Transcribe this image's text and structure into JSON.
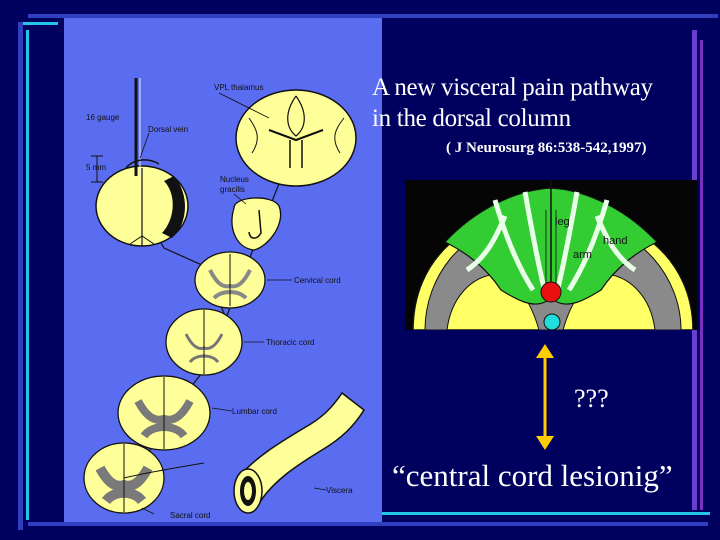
{
  "slide": {
    "title_line1": "A new visceral pain pathway",
    "title_line2": "in the dorsal column",
    "citation": "(  J Neurosurg 86:538-542,1997)",
    "question": "???",
    "bottom_text": "“central cord lesionig”"
  },
  "diagram_labels": {
    "gauge": "16 gauge",
    "vpl": "VPL thalamus",
    "dorsal_vein": "Dorsal vein",
    "scale": "5 mm",
    "nucleus": "Nucleus",
    "gracilis": "gracilis",
    "cervical": "Cervical cord",
    "thoracic": "Thoracic cord",
    "lumbar": "Lumbar cord",
    "sacral": "Sacral cord",
    "viscera": "Viscera"
  },
  "inset_labels": {
    "leg": "leg",
    "hand": "hand",
    "arm": "arm"
  },
  "colors": {
    "background": "#00005e",
    "panel": "#5a6cf0",
    "tissue_yellow": "#ffff99",
    "inset_green": "#33cc33",
    "inset_yellow": "#ffff66",
    "inset_gray": "#888888",
    "lesion_red": "#e81010",
    "marker_cyan": "#22dddd",
    "arrow_yellow": "#ffcc00"
  }
}
